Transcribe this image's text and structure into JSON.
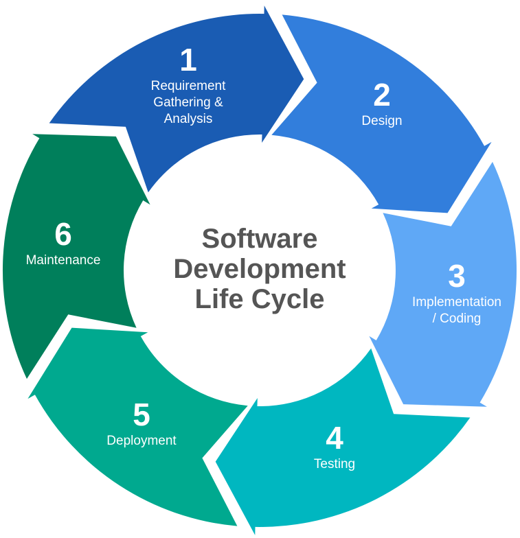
{
  "title_lines": [
    "Software",
    "Development",
    "Life Cycle"
  ],
  "stages": [
    {
      "number": "1",
      "label_lines": [
        "Requirement",
        "Gathering &",
        "Analysis"
      ],
      "color": "#1a5cb3"
    },
    {
      "number": "2",
      "label_lines": [
        "Design"
      ],
      "color": "#327edc"
    },
    {
      "number": "3",
      "label_lines": [
        "Implementation",
        "/ Coding"
      ],
      "color": "#5fa8f6"
    },
    {
      "number": "4",
      "label_lines": [
        "Testing"
      ],
      "color": "#00b7c0"
    },
    {
      "number": "5",
      "label_lines": [
        "Deployment"
      ],
      "color": "#00a98f"
    },
    {
      "number": "6",
      "label_lines": [
        "Maintenance"
      ],
      "color": "#007f5b"
    }
  ]
}
